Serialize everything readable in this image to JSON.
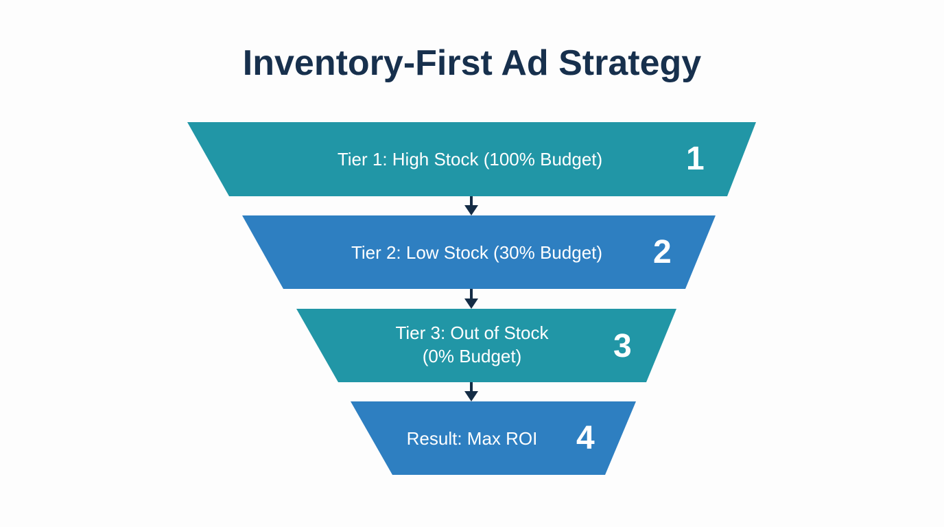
{
  "title": "Inventory-First Ad Strategy",
  "colors": {
    "teal": "#2196a6",
    "blue": "#2e7fc1",
    "arrow": "#142c45",
    "title": "#17304d",
    "text": "#ffffff"
  },
  "tiers": [
    {
      "label": "Tier 1: High Stock (100% Budget)",
      "number": "1",
      "color": "teal"
    },
    {
      "label": "Tier 2: Low Stock (30% Budget)",
      "number": "2",
      "color": "blue"
    },
    {
      "label_line1": "Tier 3: Out of Stock",
      "label_line2": "(0% Budget)",
      "number": "3",
      "color": "teal"
    },
    {
      "label": "Result: Max ROI",
      "number": "4",
      "color": "blue"
    }
  ],
  "arrows": [
    {
      "icon": "arrow-down-icon"
    },
    {
      "icon": "arrow-down-icon"
    },
    {
      "icon": "arrow-down-icon"
    }
  ]
}
